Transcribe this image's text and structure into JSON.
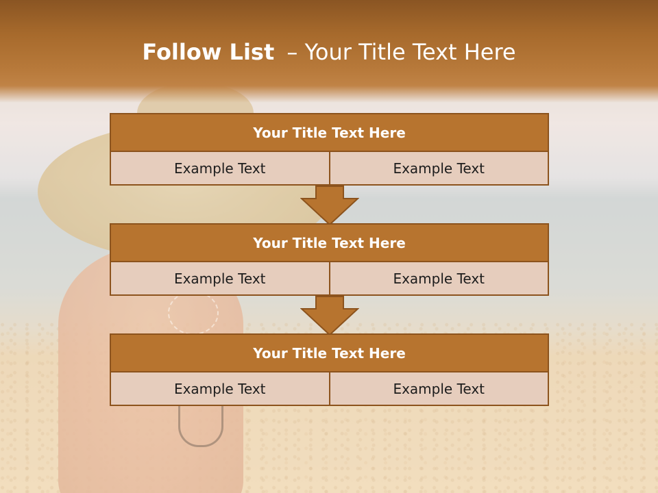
{
  "slide": {
    "title_bold": "Follow List",
    "title_rest": "– Your Title Text Here"
  },
  "blocks": [
    {
      "title": "Your Title Text Here",
      "left": "Example Text",
      "right": "Example Text"
    },
    {
      "title": "Your Title Text Here",
      "left": "Example Text",
      "right": "Example Text"
    },
    {
      "title": "Your Title Text Here",
      "left": "Example Text",
      "right": "Example Text"
    }
  ],
  "colors": {
    "header_band": "#a76a2c",
    "block_header": "#b7742f",
    "block_border": "#8c531d",
    "block_cell": "#e6cdbd",
    "arrow_fill": "#b7742f"
  },
  "icons": {
    "arrow": "down-arrow-icon"
  }
}
